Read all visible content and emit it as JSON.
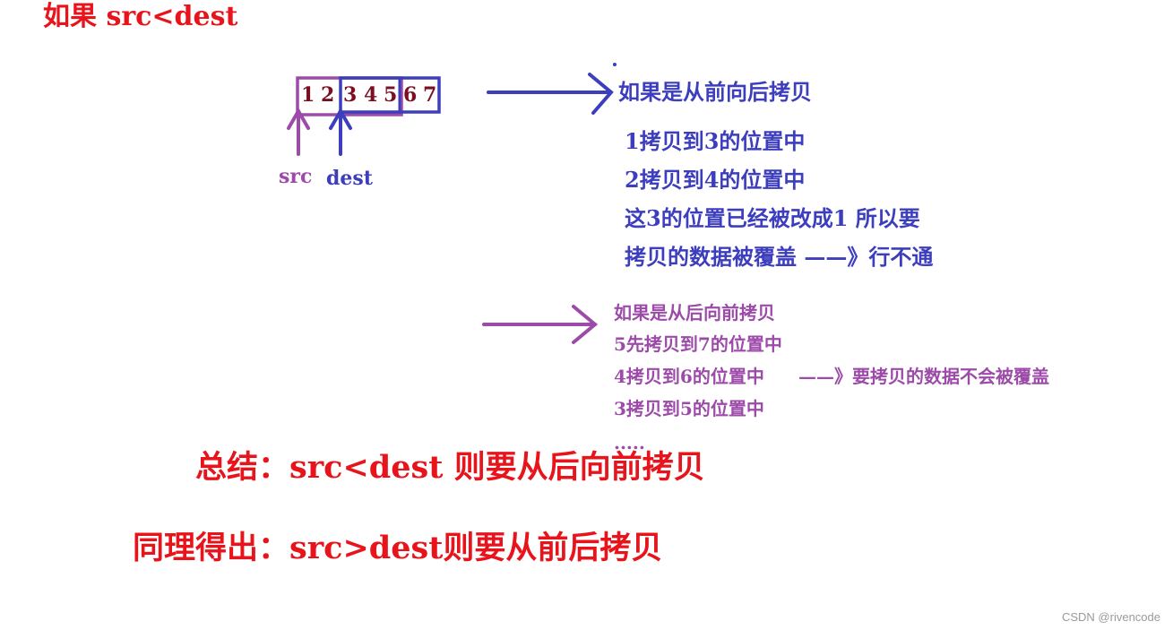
{
  "title": "如果 src<dest",
  "array": {
    "digits": [
      "1",
      "2",
      "3",
      "4",
      "5",
      "6",
      "7"
    ],
    "src_label": "src",
    "dest_label": "dest"
  },
  "front_to_back": {
    "heading": "如果是从前向后拷贝",
    "lines": [
      "1拷贝到3的位置中",
      "2拷贝到4的位置中",
      "这3的位置已经被改成1 所以要",
      "拷贝的数据被覆盖 ——》行不通"
    ]
  },
  "back_to_front": {
    "heading": "如果是从后向前拷贝",
    "lines": [
      "5先拷贝到7的位置中",
      "4拷贝到6的位置中",
      "3拷贝到5的位置中",
      "....."
    ],
    "note": "——》要拷贝的数据不会被覆盖"
  },
  "summary": "总结：src<dest 则要从后向前拷贝",
  "conclusion": "同理得出：src>dest则要从前后拷贝",
  "watermark": "CSDN @rivencode",
  "colors": {
    "red": "#e8141b",
    "blue": "#3d3ebd",
    "purple": "#9c4ba8",
    "digit": "#7a0f24"
  }
}
